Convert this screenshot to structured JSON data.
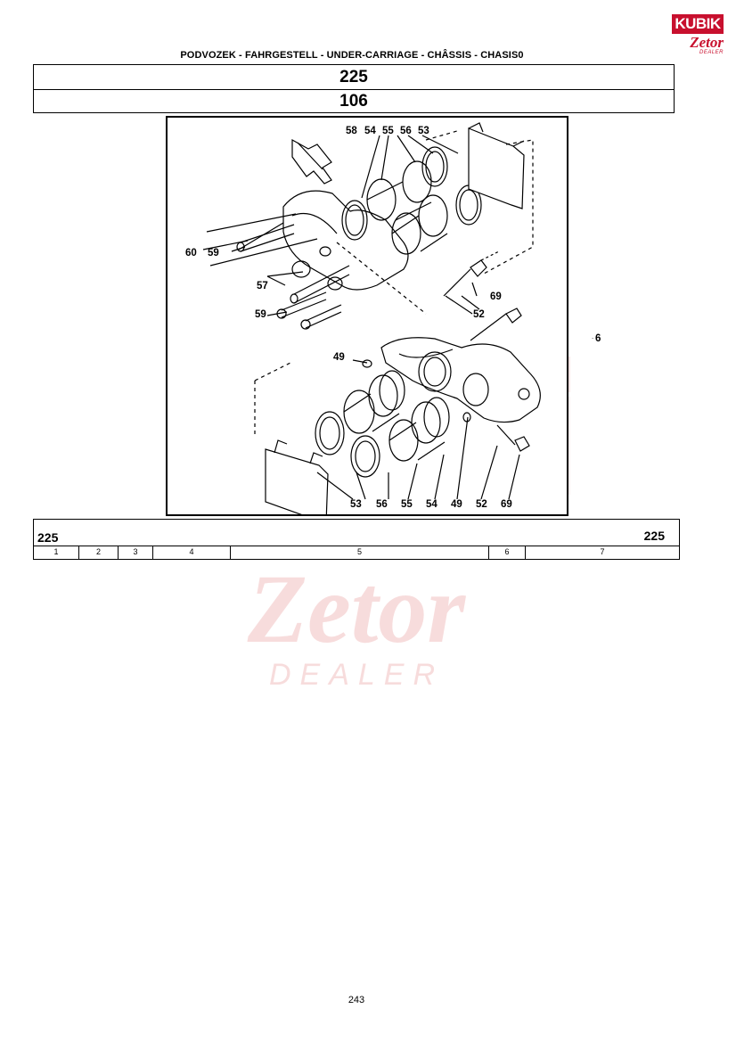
{
  "logo": {
    "brand_top": "KUBIK",
    "brand_mid": "Zetor",
    "brand_bottom": "DEALER"
  },
  "header": {
    "title": "PODVOZEK - FAHRGESTELL - UNDER-CARRIAGE - CHÂSSIS - CHASIS0",
    "code_primary": "225",
    "code_secondary": "106"
  },
  "diagram": {
    "labels_top": [
      "58",
      "54",
      "55",
      "56",
      "53"
    ],
    "label_60": "60",
    "label_59_a": "59",
    "label_57": "57",
    "label_59_b": "59",
    "label_69_a": "69",
    "label_52_a": "52",
    "label_49_a": "49",
    "labels_bottom": [
      "53",
      "56",
      "55",
      "54",
      "49",
      "52",
      "69"
    ],
    "label_6": "6"
  },
  "parts_table": {
    "left_code": "225",
    "right_code": "225",
    "columns": [
      "1",
      "2",
      "3",
      "4",
      "5",
      "6",
      "7"
    ]
  },
  "watermark": {
    "brand": "KUBIK",
    "zetor": "Zetor",
    "dealer": "DEALER"
  },
  "page_number": "243",
  "colors": {
    "brand_red": "#c8102e",
    "watermark_red": "#f3c6c6"
  }
}
